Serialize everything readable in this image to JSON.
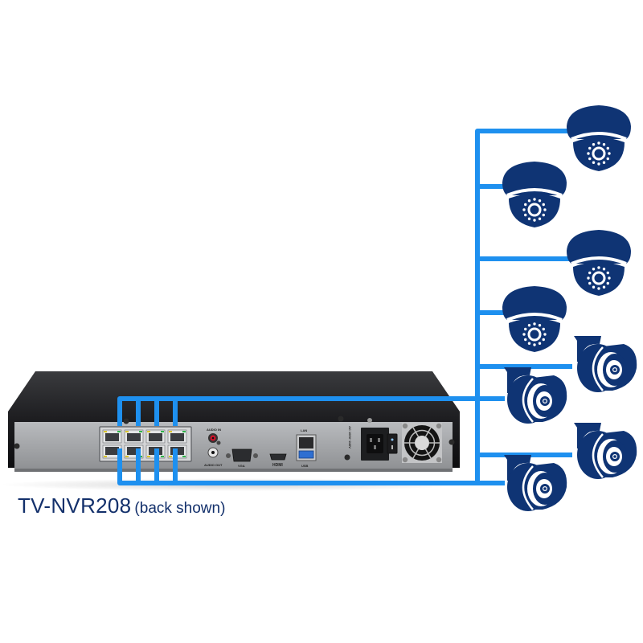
{
  "caption": {
    "model": "TV-NVR208",
    "note": "(back shown)"
  },
  "colors": {
    "cable": "#1e90ef",
    "camera": "#0f3474",
    "nvr_top": "#1a1a1c",
    "nvr_panel": "#a8aaad",
    "caption": "#13306b"
  },
  "device": {
    "name": "TV-NVR208",
    "view": "back",
    "poe_ports": 8,
    "port_labels": {
      "audio_in": "AUDIO IN",
      "audio_out": "AUDIO OUT",
      "vga": "VGA",
      "hdmi": "HDMI",
      "lan": "LAN",
      "usb": "USB",
      "power": "AC 100V~240V"
    }
  },
  "cameras": [
    {
      "id": 1,
      "type": "dome"
    },
    {
      "id": 2,
      "type": "dome"
    },
    {
      "id": 3,
      "type": "dome"
    },
    {
      "id": 4,
      "type": "dome"
    },
    {
      "id": 5,
      "type": "bullet"
    },
    {
      "id": 6,
      "type": "bullet"
    },
    {
      "id": 7,
      "type": "bullet"
    },
    {
      "id": 8,
      "type": "bullet"
    }
  ]
}
